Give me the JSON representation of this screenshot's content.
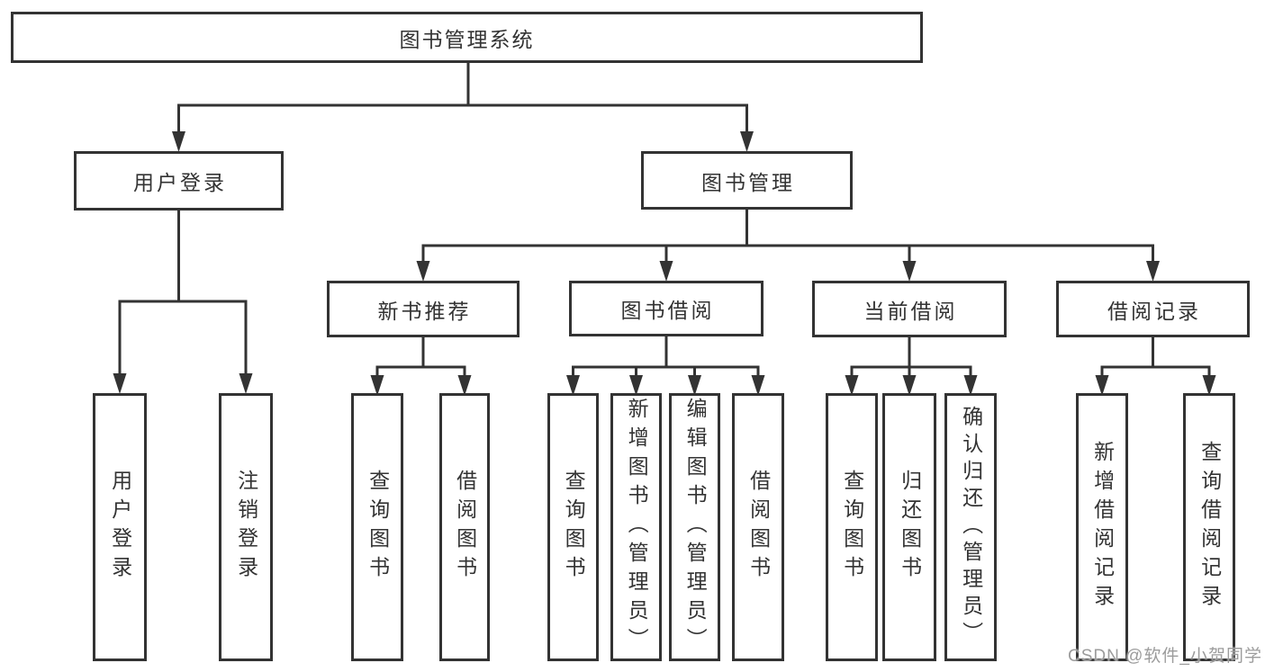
{
  "diagram": {
    "root": {
      "label": "图书管理系统"
    },
    "level2": [
      {
        "label": "用户登录",
        "children": [
          "用户登录",
          "注销登录"
        ]
      },
      {
        "label": "图书管理",
        "groups": [
          {
            "label": "新书推荐",
            "children": [
              "查询图书",
              "借阅图书"
            ]
          },
          {
            "label": "图书借阅",
            "children": [
              "查询图书",
              "新增图书（管理员）",
              "编辑图书（管理员）",
              "借阅图书"
            ]
          },
          {
            "label": "当前借阅",
            "children": [
              "查询图书",
              "归还图书",
              "确认归还（管理员）"
            ]
          },
          {
            "label": "借阅记录",
            "children": [
              "新增借阅记录",
              "查询借阅记录"
            ]
          }
        ]
      }
    ]
  },
  "watermark": {
    "text": "CSDN @软件_小贺同学"
  },
  "colors": {
    "line": "#333333",
    "box_border": "#333333",
    "text": "#333333",
    "watermark": "#9c9c9c",
    "background": "#ffffff"
  }
}
